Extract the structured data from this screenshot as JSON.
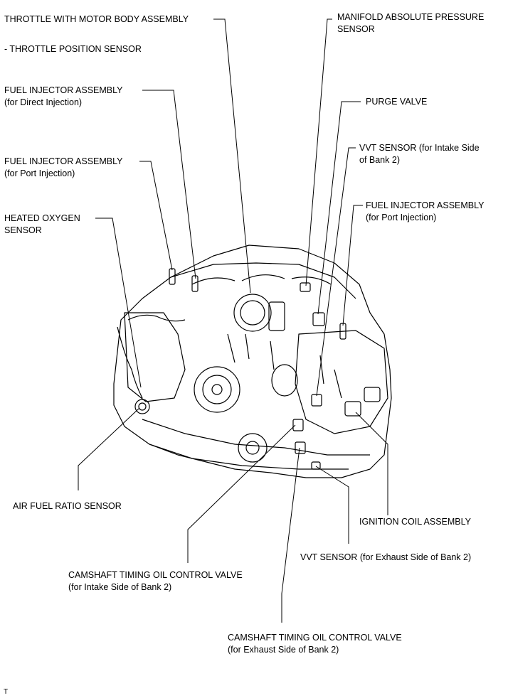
{
  "labels": {
    "throttle_body": {
      "line1": "THROTTLE WITH MOTOR BODY ASSEMBLY",
      "line2": ""
    },
    "throttle_position": {
      "line1": "- THROTTLE POSITION SENSOR",
      "line2": ""
    },
    "injector_direct": {
      "line1": "FUEL INJECTOR ASSEMBLY",
      "line2": "(for Direct Injection)"
    },
    "injector_port_left": {
      "line1": "FUEL INJECTOR ASSEMBLY",
      "line2": "(for Port Injection)"
    },
    "heated_oxygen": {
      "line1": "HEATED OXYGEN",
      "line2": "SENSOR"
    },
    "air_fuel_ratio": {
      "line1": "AIR FUEL RATIO SENSOR",
      "line2": ""
    },
    "camshaft_intake": {
      "line1": "CAMSHAFT TIMING OIL CONTROL VALVE",
      "line2": "(for Intake Side of Bank 2)"
    },
    "camshaft_exhaust": {
      "line1": "CAMSHAFT TIMING OIL CONTROL VALVE",
      "line2": "(for Exhaust Side of Bank 2)"
    },
    "manifold_pressure": {
      "line1": "MANIFOLD ABSOLUTE PRESSURE",
      "line2": "SENSOR"
    },
    "purge_valve": {
      "line1": "PURGE VALVE",
      "line2": ""
    },
    "vvt_intake": {
      "line1": "VVT SENSOR (for Intake Side",
      "line2": "of Bank 2)"
    },
    "injector_port_right": {
      "line1": "FUEL INJECTOR ASSEMBLY",
      "line2": "(for Port Injection)"
    },
    "ignition_coil": {
      "line1": "IGNITION COIL ASSEMBLY",
      "line2": ""
    },
    "vvt_exhaust": {
      "line1": "VVT SENSOR (for Exhaust Side of Bank 2)",
      "line2": ""
    }
  },
  "corner_mark": "T",
  "colors": {
    "ink": "#000000",
    "background": "#ffffff"
  }
}
